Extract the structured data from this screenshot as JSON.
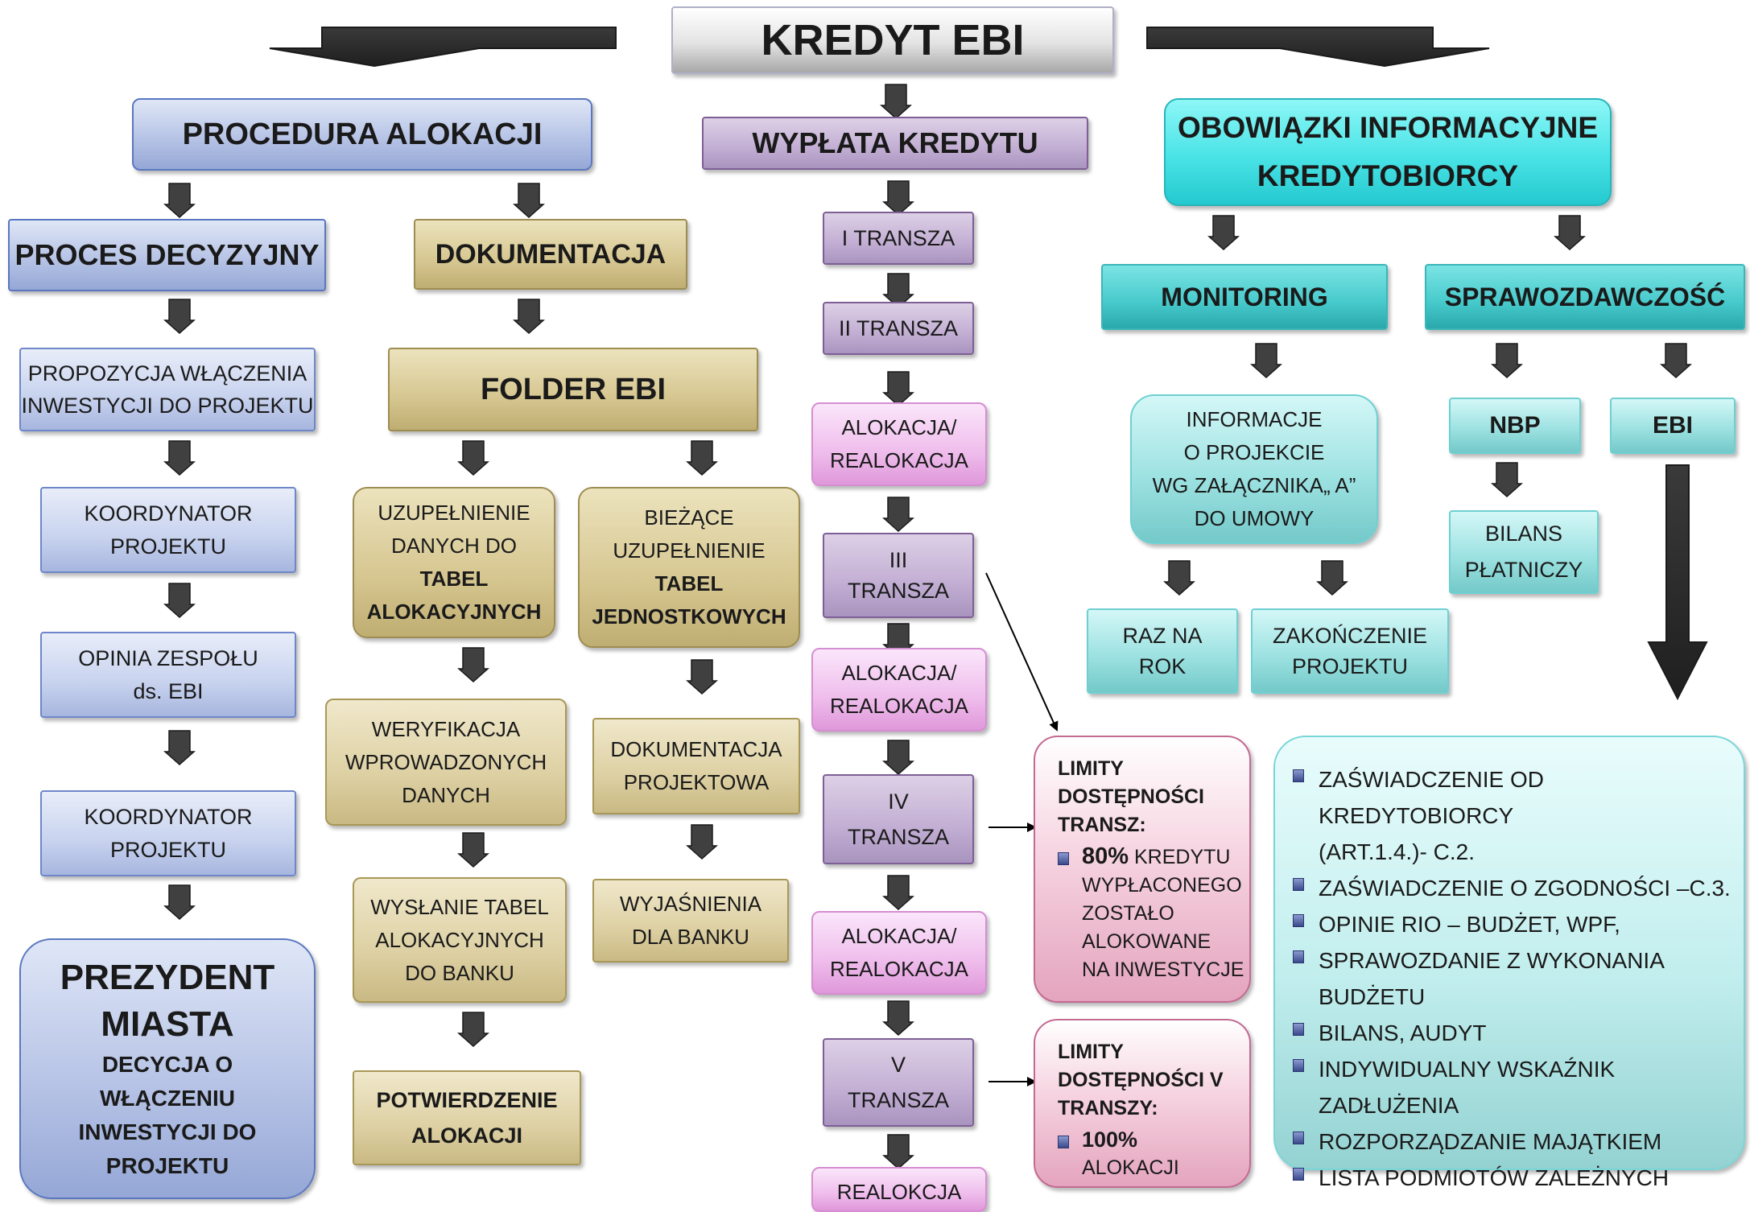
{
  "title": "KREDYT  EBI",
  "procedura": {
    "header": "PROCEDURA   ALOKACJI",
    "proces_decyzyjny": "PROCES DECYZYJNY",
    "propozycja": [
      "PROPOZYCJA  WŁĄCZENIA",
      "INWESTYCJI DO PROJEKTU"
    ],
    "koordynator1": [
      "KOORDYNATOR",
      "PROJEKTU"
    ],
    "opinia": [
      "OPINIA  ZESPOŁU",
      "ds. EBI"
    ],
    "koordynator2": [
      "KOORDYNATOR",
      "PROJEKTU"
    ],
    "prezydent": [
      "PREZYDENT",
      "MIASTA",
      "DECYCJA  O",
      "WŁĄCZENIU",
      "INWESTYCJI   DO",
      "PROJEKTU"
    ],
    "dokumentacja": "DOKUMENTACJA",
    "folder": "FOLDER  EBI",
    "uzupelnienie": [
      "UZUPEŁNIENIE",
      "DANYCH DO",
      "TABEL",
      "ALOKACYJNYCH"
    ],
    "biezace": [
      "BIEŻĄCE",
      "UZUPEŁNIENIE",
      "TABEL",
      "JEDNOSTKOWYCH"
    ],
    "weryfikacja": [
      "WERYFIKACJA",
      "WPROWADZONYCH",
      "DANYCH"
    ],
    "wyslanie": [
      "WYSŁANIE TABEL",
      "ALOKACYJNYCH",
      "DO BANKU"
    ],
    "potwierdzenie": [
      "POTWIERDZENIE",
      "ALOKACJI"
    ],
    "dokumentacja_projektowa": [
      "DOKUMENTACJA",
      "PROJEKTOWA"
    ],
    "wyjasnienia": [
      "WYJAŚNIENIA",
      "DLA BANKU"
    ]
  },
  "wyplata": {
    "header": "WYPŁATA KREDYTU",
    "transza1": "I  TRANSZA",
    "transza2": "II TRANSZA",
    "alokacja1": [
      "ALOKACJA/",
      "REALOKACJA"
    ],
    "transza3": [
      "III",
      "TRANSZA"
    ],
    "alokacja2": [
      "ALOKACJA/",
      "REALOKACJA"
    ],
    "transza4": [
      "IV",
      "TRANSZA"
    ],
    "alokacja3": [
      "ALOKACJA/",
      "REALOKACJA"
    ],
    "transza5": [
      "V",
      "TRANSZA"
    ],
    "realokacja": "REALOKCJA",
    "limit1": {
      "title": [
        "LIMITY",
        "DOSTĘPNOŚCI",
        "TRANSZ:"
      ],
      "bullet_bold": "80%",
      "bullet_rest": "KREDYTU",
      "lines": [
        "WYPŁACONEGO",
        "ZOSTAŁO",
        "ALOKOWANE",
        "NA INWESTYCJE"
      ]
    },
    "limit2": {
      "title": [
        "LIMITY",
        "DOSTĘPNOŚCI   V",
        "TRANSZY:"
      ],
      "bullet_bold": "100%",
      "lines": [
        "ALOKACJI"
      ]
    }
  },
  "obowiazki": {
    "header": [
      "OBOWIĄZKI INFORMACYJNE",
      "KREDYTOBIORCY"
    ],
    "monitoring": "MONITORING",
    "sprawozdawczosc": "SPRAWOZDAWCZOŚĆ",
    "informacje": [
      "INFORMACJE",
      "O  PROJEKCIE",
      "WG ZAŁĄCZNIKA„ A”",
      "DO UMOWY"
    ],
    "raz_na_rok": [
      "RAZ  NA",
      "ROK"
    ],
    "zakonczenie": [
      "ZAKOŃCZENIE",
      "PROJEKTU"
    ],
    "nbp": "NBP",
    "ebi": "EBI",
    "bilans": [
      "BILANS",
      "PŁATNICZY"
    ],
    "lista": [
      [
        "ZAŚWIADCZENIE OD KREDYTOBIORCY",
        "(ART.1.4.)- C.2."
      ],
      [
        "ZAŚWIADCZENIE O ZGODNOŚCI –C.3."
      ],
      [
        "OPINIE RIO – BUDŻET, WPF,"
      ],
      [
        "SPRAWOZDANIE   Z WYKONANIA",
        "BUDŻETU"
      ],
      [
        "BILANS, AUDYT"
      ],
      [
        "INDYWIDUALNY  WSKAŹNIK",
        "ZADŁUŻENIA"
      ],
      [
        "ROZPORZĄDZANIE MAJĄTKIEM"
      ],
      [
        "LISTA PODMIOTÓW ZALEŻNYCH"
      ]
    ]
  },
  "colors": {
    "arrow_fill": "#404040",
    "blue": "#b7c4e6",
    "khaki": "#d6c690",
    "purple": "#c2aed3",
    "pink": "#efbdec",
    "cyan": "#49e3e6",
    "teal": "#46c9cb"
  }
}
